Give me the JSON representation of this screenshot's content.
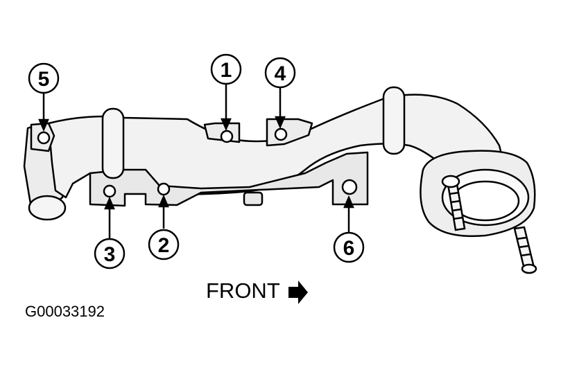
{
  "figure_id": "G00033192",
  "direction_label": "FRONT",
  "direction_icon": "arrow-right-icon",
  "callouts": [
    {
      "label": "1"
    },
    {
      "label": "2"
    },
    {
      "label": "3"
    },
    {
      "label": "4"
    },
    {
      "label": "5"
    },
    {
      "label": "6"
    }
  ],
  "colors": {
    "line": "#000000",
    "part_fill": "#f2f2f2",
    "shadow": "#d0d0d0",
    "background": "#ffffff"
  }
}
